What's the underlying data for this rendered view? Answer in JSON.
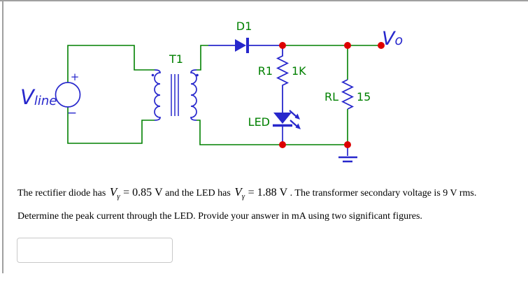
{
  "page": {
    "background": "#ffffff",
    "frame_border_color": "#a0a0a0"
  },
  "colors": {
    "wire_green": "#008000",
    "component_blue": "#2727cc",
    "junction_red": "#dd0000",
    "label_green": "#008000",
    "label_blue": "#2727cc",
    "text_black": "#000000",
    "input_border_gray": "#c9c9c9"
  },
  "circuit": {
    "source_label": {
      "main": "V",
      "sub": "line"
    },
    "source_plus": "+",
    "source_minus": "−",
    "transformer_label": "T1",
    "diode_label": "D1",
    "r1_label": "R1",
    "r1_value": "1K",
    "led_label": "LED",
    "rl_label": "RL",
    "rl_value": "15",
    "output_label": {
      "main": "V",
      "sub": "o"
    }
  },
  "problem": {
    "line1": {
      "part1": "The rectifier diode has",
      "math1_var": "V",
      "math1_sub": "γ",
      "math1_rest": "= 0.85 V",
      "part2": " and the LED has",
      "math2_var": "V",
      "math2_sub": "γ",
      "math2_rest": "= 1.88 V",
      "part3": ". The transformer secondary voltage is 9 V rms."
    },
    "line2": "Determine the peak current through the LED. Provide your answer in mA using two significant figures."
  },
  "answer_input": {
    "value": ""
  }
}
